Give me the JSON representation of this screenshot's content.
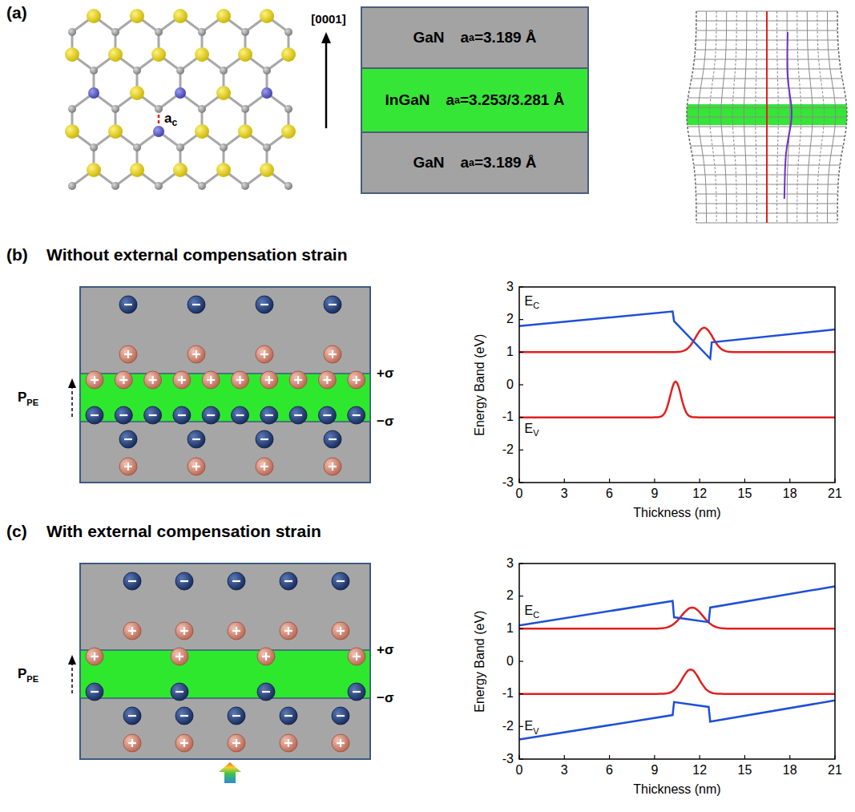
{
  "diagram": {
    "nodes": [
      {
        "text": [
          "GaN",
          "a",
          "a",
          "=3.189 Å"
        ]
      },
      {
        "text": [
          "InGaN",
          "a",
          "a",
          "=3.253/3.281 Å"
        ]
      },
      {
        "text": [
          "GaN",
          "a",
          "a",
          "=3.189 Å"
        ]
      }
    ],
    "labels": [
      "(a)",
      "[0001]",
      "a",
      "c",
      "(b)",
      "Without external compensation strain",
      "P",
      "PE",
      "+σ",
      "−σ",
      "E",
      "C",
      "E",
      "V",
      "3",
      "2",
      "1",
      "0",
      "-1",
      "-2",
      "-3",
      "0",
      "3",
      "6",
      "9",
      "12",
      "15",
      "18",
      "21",
      "Energy Band (eV)",
      "Thickness (nm)",
      "(c)",
      "With external compensation strain",
      "P",
      "PE",
      "+σ",
      "−σ",
      "E",
      "C",
      "E",
      "V",
      "3",
      "2",
      "1",
      "0",
      "-1",
      "-2",
      "-3",
      "0",
      "3",
      "6",
      "9",
      "12",
      "15",
      "18",
      "21",
      "Energy Band (eV)",
      "Thickness (nm)"
    ]
  }
}
